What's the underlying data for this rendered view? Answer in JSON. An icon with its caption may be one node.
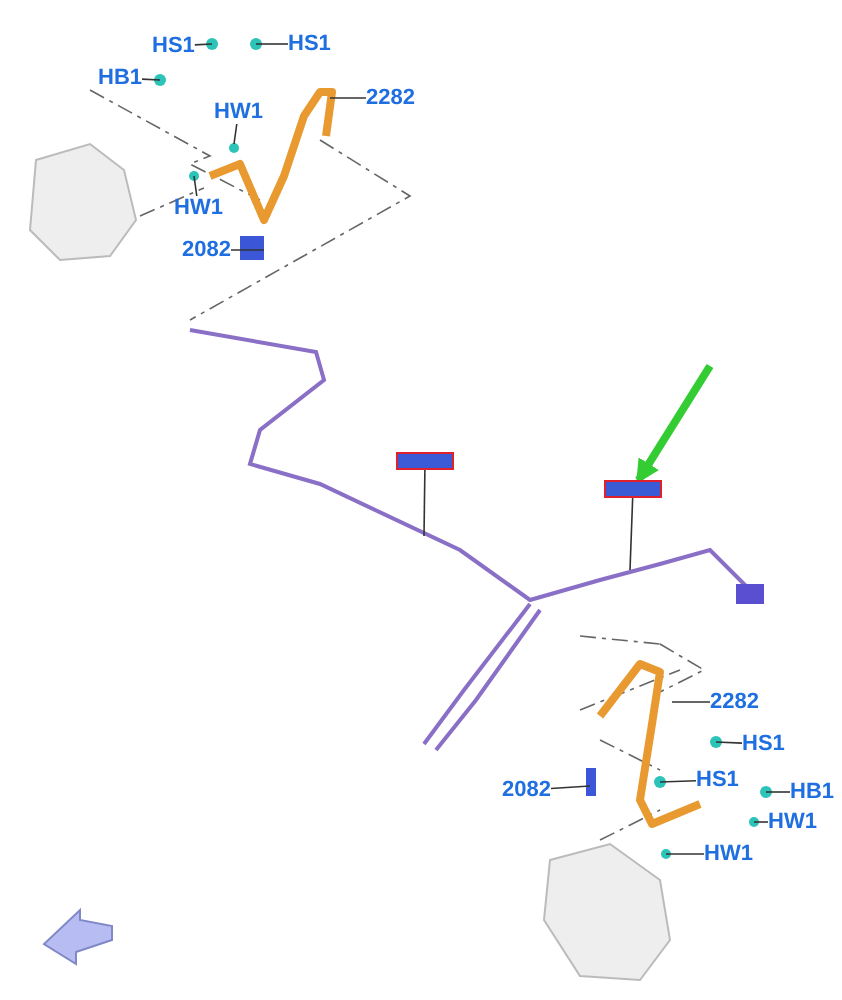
{
  "diagram": {
    "nodes": [
      {
        "text": [
          "HS1"
        ]
      },
      {
        "text": [
          "HS1"
        ]
      },
      {
        "text": [
          "HB1"
        ]
      },
      {
        "text": [
          "2282"
        ]
      },
      {
        "text": [
          "HW1"
        ]
      },
      {
        "text": [
          "HW1"
        ]
      },
      {
        "text": [
          "2082"
        ]
      },
      {
        "text": [],
        "shape": "box"
      },
      {
        "text": [],
        "shape": "box"
      },
      {
        "text": [
          "2282"
        ]
      },
      {
        "text": [
          "HS1"
        ]
      },
      {
        "text": [
          "2082"
        ]
      },
      {
        "text": [
          "HS1"
        ]
      },
      {
        "text": [
          "HB1"
        ]
      },
      {
        "text": [
          "HW1"
        ]
      },
      {
        "text": [
          "HW1"
        ]
      }
    ],
    "edges": [
      {
        "from": 0,
        "to": null,
        "arrow": "none"
      },
      {
        "from": 1,
        "to": null,
        "arrow": "none"
      },
      {
        "from": 2,
        "to": null,
        "arrow": "none"
      },
      {
        "from": 3,
        "to": null,
        "arrow": "none"
      },
      {
        "from": 4,
        "to": null,
        "arrow": "none"
      },
      {
        "from": 5,
        "to": null,
        "arrow": "none"
      },
      {
        "from": 6,
        "to": null,
        "arrow": "none"
      },
      {
        "from": 7,
        "to": null,
        "arrow": "none"
      },
      {
        "from": 8,
        "to": null,
        "arrow": "none"
      },
      {
        "from": 9,
        "to": null,
        "arrow": "none"
      },
      {
        "from": 10,
        "to": null,
        "arrow": "none"
      },
      {
        "from": 11,
        "to": null,
        "arrow": "none"
      },
      {
        "from": 12,
        "to": null,
        "arrow": "none"
      },
      {
        "from": 13,
        "to": null,
        "arrow": "none"
      },
      {
        "from": 14,
        "to": null,
        "arrow": "none"
      },
      {
        "from": 15,
        "to": null,
        "arrow": "none"
      },
      {
        "from": null,
        "to": 8,
        "arrow": "to",
        "style": "thick",
        "color": "#33cc33"
      }
    ]
  }
}
